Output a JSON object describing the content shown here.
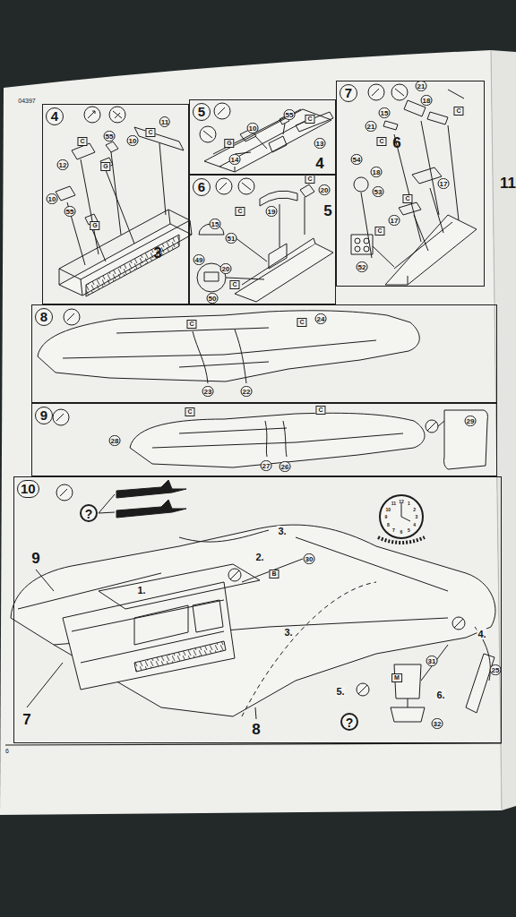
{
  "diagram": {
    "nodes": [
      {
        "text": [
          "4"
        ]
      },
      {
        "text": [
          "5"
        ]
      },
      {
        "text": [
          "6"
        ]
      },
      {
        "text": [
          "7"
        ]
      },
      {
        "text": [
          "8"
        ]
      },
      {
        "text": [
          "9"
        ]
      },
      {
        "text": [
          "10"
        ]
      }
    ],
    "labels": [
      "04397",
      "C",
      "55",
      "10",
      "11",
      "C",
      "12",
      "G",
      "10",
      "55",
      "G",
      "3",
      "10",
      "55",
      "C",
      "G",
      "14",
      "13",
      "4",
      "C",
      "20",
      "19",
      "C",
      "15",
      "51",
      "49",
      "20",
      "50",
      "C",
      "5",
      "21",
      "18",
      "C",
      "15",
      "21",
      "C",
      "6",
      "54",
      "18",
      "53",
      "17",
      "C",
      "17",
      "52",
      "C",
      "C",
      "C",
      "24",
      "23",
      "22",
      "C",
      "C",
      "29",
      "28",
      "27",
      "26",
      "?",
      "9",
      "3.",
      "2.",
      "B",
      "30",
      "1.",
      "3.",
      "7",
      "8",
      "4.",
      "5.",
      "M",
      "31",
      "32",
      "6.",
      "25",
      "?",
      "6",
      "11",
      "12",
      "1",
      "2",
      "3",
      "4",
      "5",
      "6",
      "7",
      "8",
      "9",
      "10",
      "11"
    ]
  }
}
